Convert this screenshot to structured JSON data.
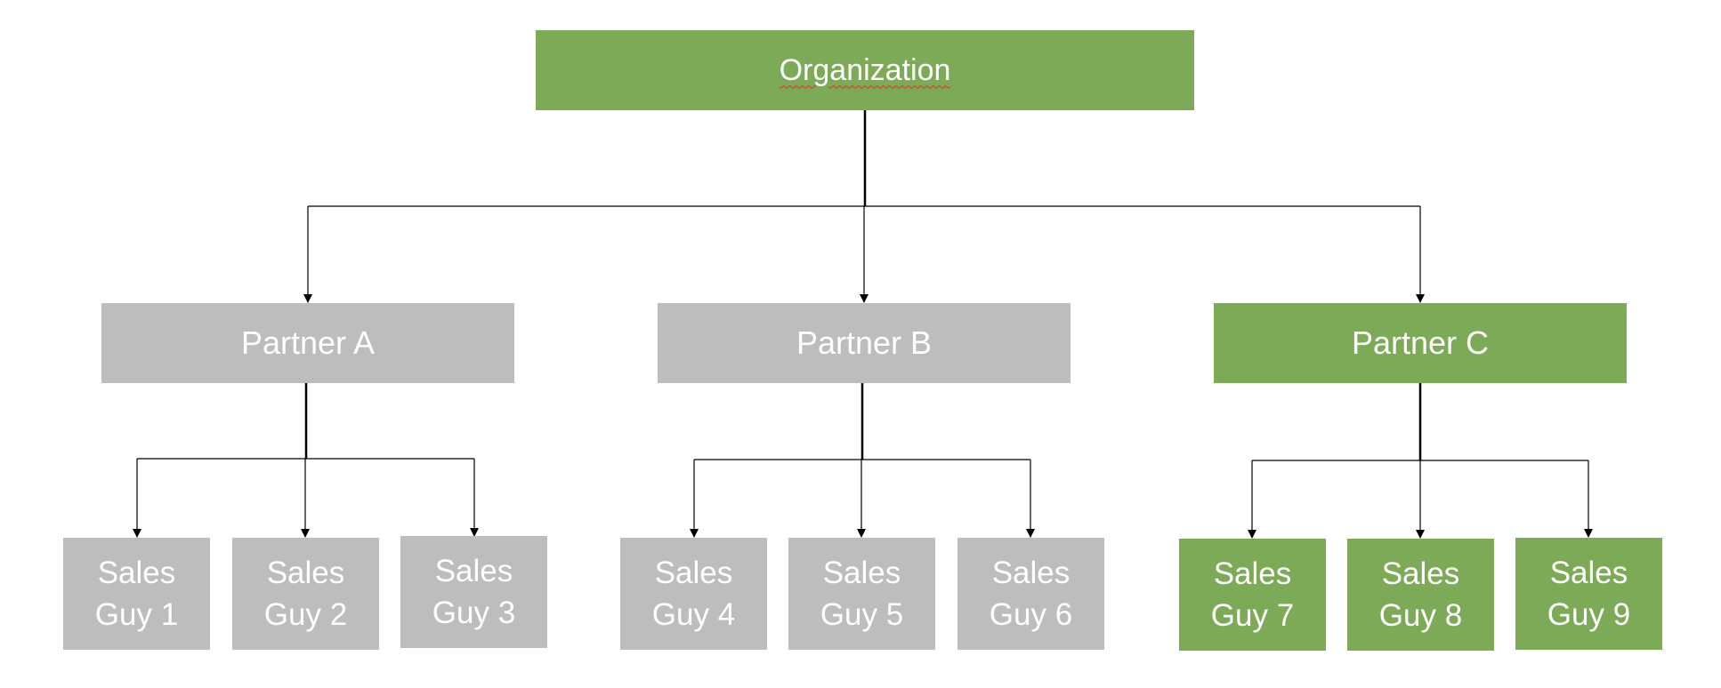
{
  "colors": {
    "accent": "#7daa57",
    "neutral": "#bdbdbd",
    "line": "#000000"
  },
  "organization": {
    "label": "Organization",
    "color": "#7daa57"
  },
  "partners": [
    {
      "label": "Partner A",
      "color": "#bdbdbd",
      "members": [
        {
          "label": "Sales\nGuy 1",
          "color": "#bdbdbd"
        },
        {
          "label": "Sales\nGuy 2",
          "color": "#bdbdbd"
        },
        {
          "label": "Sales\nGuy 3",
          "color": "#bdbdbd"
        }
      ]
    },
    {
      "label": "Partner B",
      "color": "#bdbdbd",
      "members": [
        {
          "label": "Sales\nGuy 4",
          "color": "#bdbdbd"
        },
        {
          "label": "Sales\nGuy 5",
          "color": "#bdbdbd"
        },
        {
          "label": "Sales\nGuy 6",
          "color": "#bdbdbd"
        }
      ]
    },
    {
      "label": "Partner C",
      "color": "#7daa57",
      "members": [
        {
          "label": "Sales\nGuy 7",
          "color": "#7daa57"
        },
        {
          "label": "Sales\nGuy 8",
          "color": "#7daa57"
        },
        {
          "label": "Sales\nGuy 9",
          "color": "#7daa57"
        }
      ]
    }
  ]
}
